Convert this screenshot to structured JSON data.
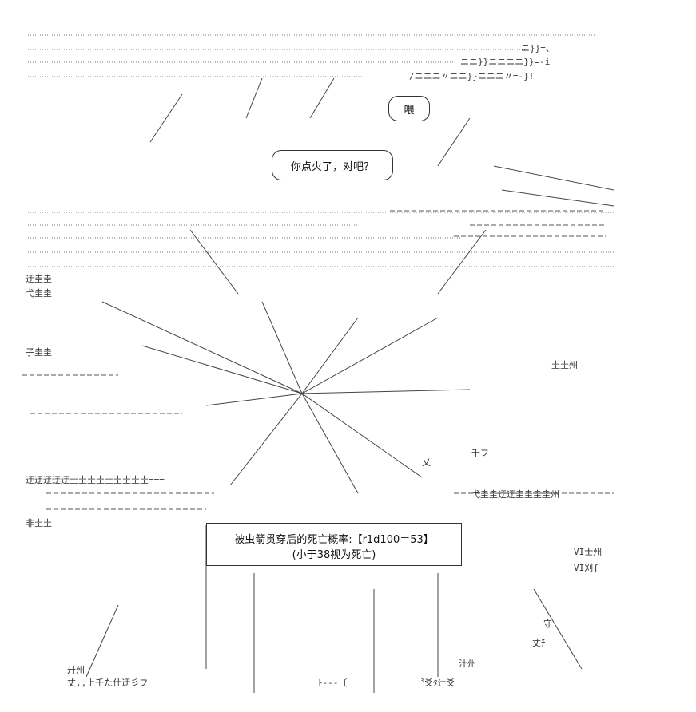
{
  "speech_top": "喂",
  "speech_middle": "你点火了，对吧？",
  "dice_box": {
    "line1": "被虫箭贯穿后的死亡概率:【r1d100＝53】",
    "line2": "(小于38视为死亡)"
  },
  "ascii_fragments": [
    "ニ}}=、",
    "ニニ}}ニニニニ}}=-i",
    "/ニニニ〃ニニ}}ニニニ〃=-}!",
    "迂圭圭",
    "弋圭圭",
    "子圭圭",
    "非圭圭",
    "圭圭州",
    "千フ",
    "乂",
    "守",
    "汁州",
    "丈ﾁ",
    "VI刈{",
    "VI士州",
    "迂迂迂迂迂圭圭圭圭圭圭圭圭圭===",
    "弋圭圭迂迂圭圭圭圭州",
    "廾州",
    "丈,,上壬た仕迂彡フ",
    "ﾄ---〔",
    "〝爻ﾀ辷爻"
  ]
}
